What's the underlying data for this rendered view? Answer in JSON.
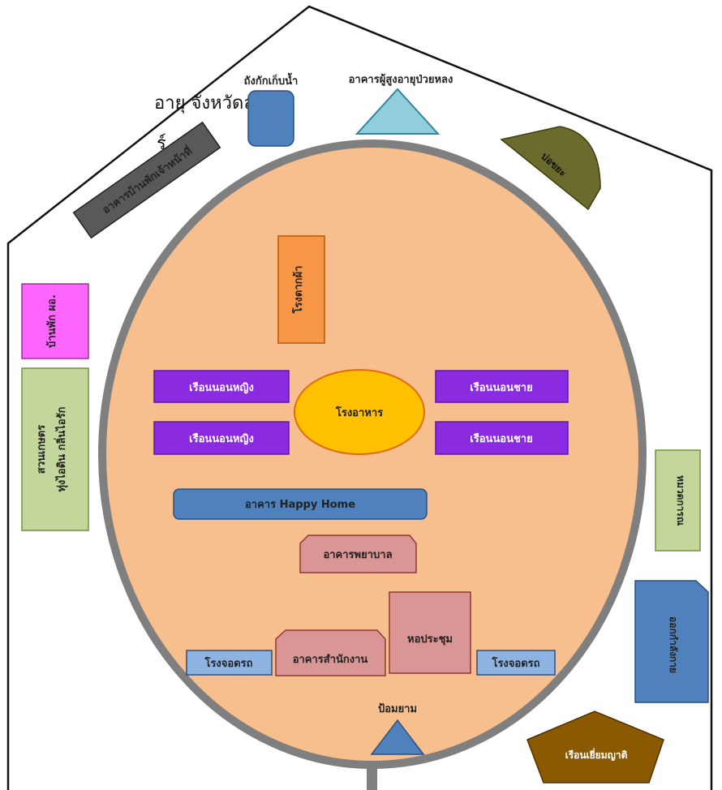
{
  "header": {
    "line1": "อายุ จังหวัดลำปาง",
    "line2": "ร์"
  },
  "buildings": {
    "water_tank": "ถังกักเก็บน้ำ",
    "elderly_dementia": "อาคารผู้สูงอายุป่วยหลง",
    "garbage_pit": "บ่อขยะ",
    "staff_housing": "อาคารบ้านพักเจ้าหน้าที่",
    "director_house": "บ้านพัก ผอ.",
    "garden": "สวนเกษตร",
    "garden_sub": "ทุ่งไอดิน กลิ่นไอรัก",
    "drying_shed": "โรงตากผ้า",
    "women_dorm_1": "เรือนนอนหญิง",
    "women_dorm_2": "เรือนนอนหญิง",
    "men_dorm_1": "เรือนนอนชาย",
    "men_dorm_2": "เรือนนอนชาย",
    "canteen": "โรงอาหาร",
    "happy_home": "อาคาร Happy Home",
    "nursing": "อาคารพยาบาล",
    "meeting_hall": "หอประชุม",
    "office": "อาคารสำนักงาน",
    "garage_left": "โรงจอดรถ",
    "garage_right": "โรงจอดรถ",
    "guard_post": "ป้อมยาม",
    "right_small_green": "หมวดการณ",
    "right_blue": "ออกกำลังกาย",
    "visitor_pavilion": "เรือนเยี่ยมญาติ"
  },
  "colors": {
    "oval_fill": "#f7be8e",
    "oval_ring": "#7f7f7f",
    "purple": "#8a2be2",
    "blue": "#4f81bd",
    "pink_building": "#d99694",
    "canteen_fill": "#ffc000",
    "green": "#c3d69b",
    "magenta": "#ff66ff",
    "olive": "#6b6b2e",
    "brown": "#8b5a00",
    "light_blue": "#8db3e2",
    "sky": "#92cddc",
    "orange": "#f79646"
  }
}
